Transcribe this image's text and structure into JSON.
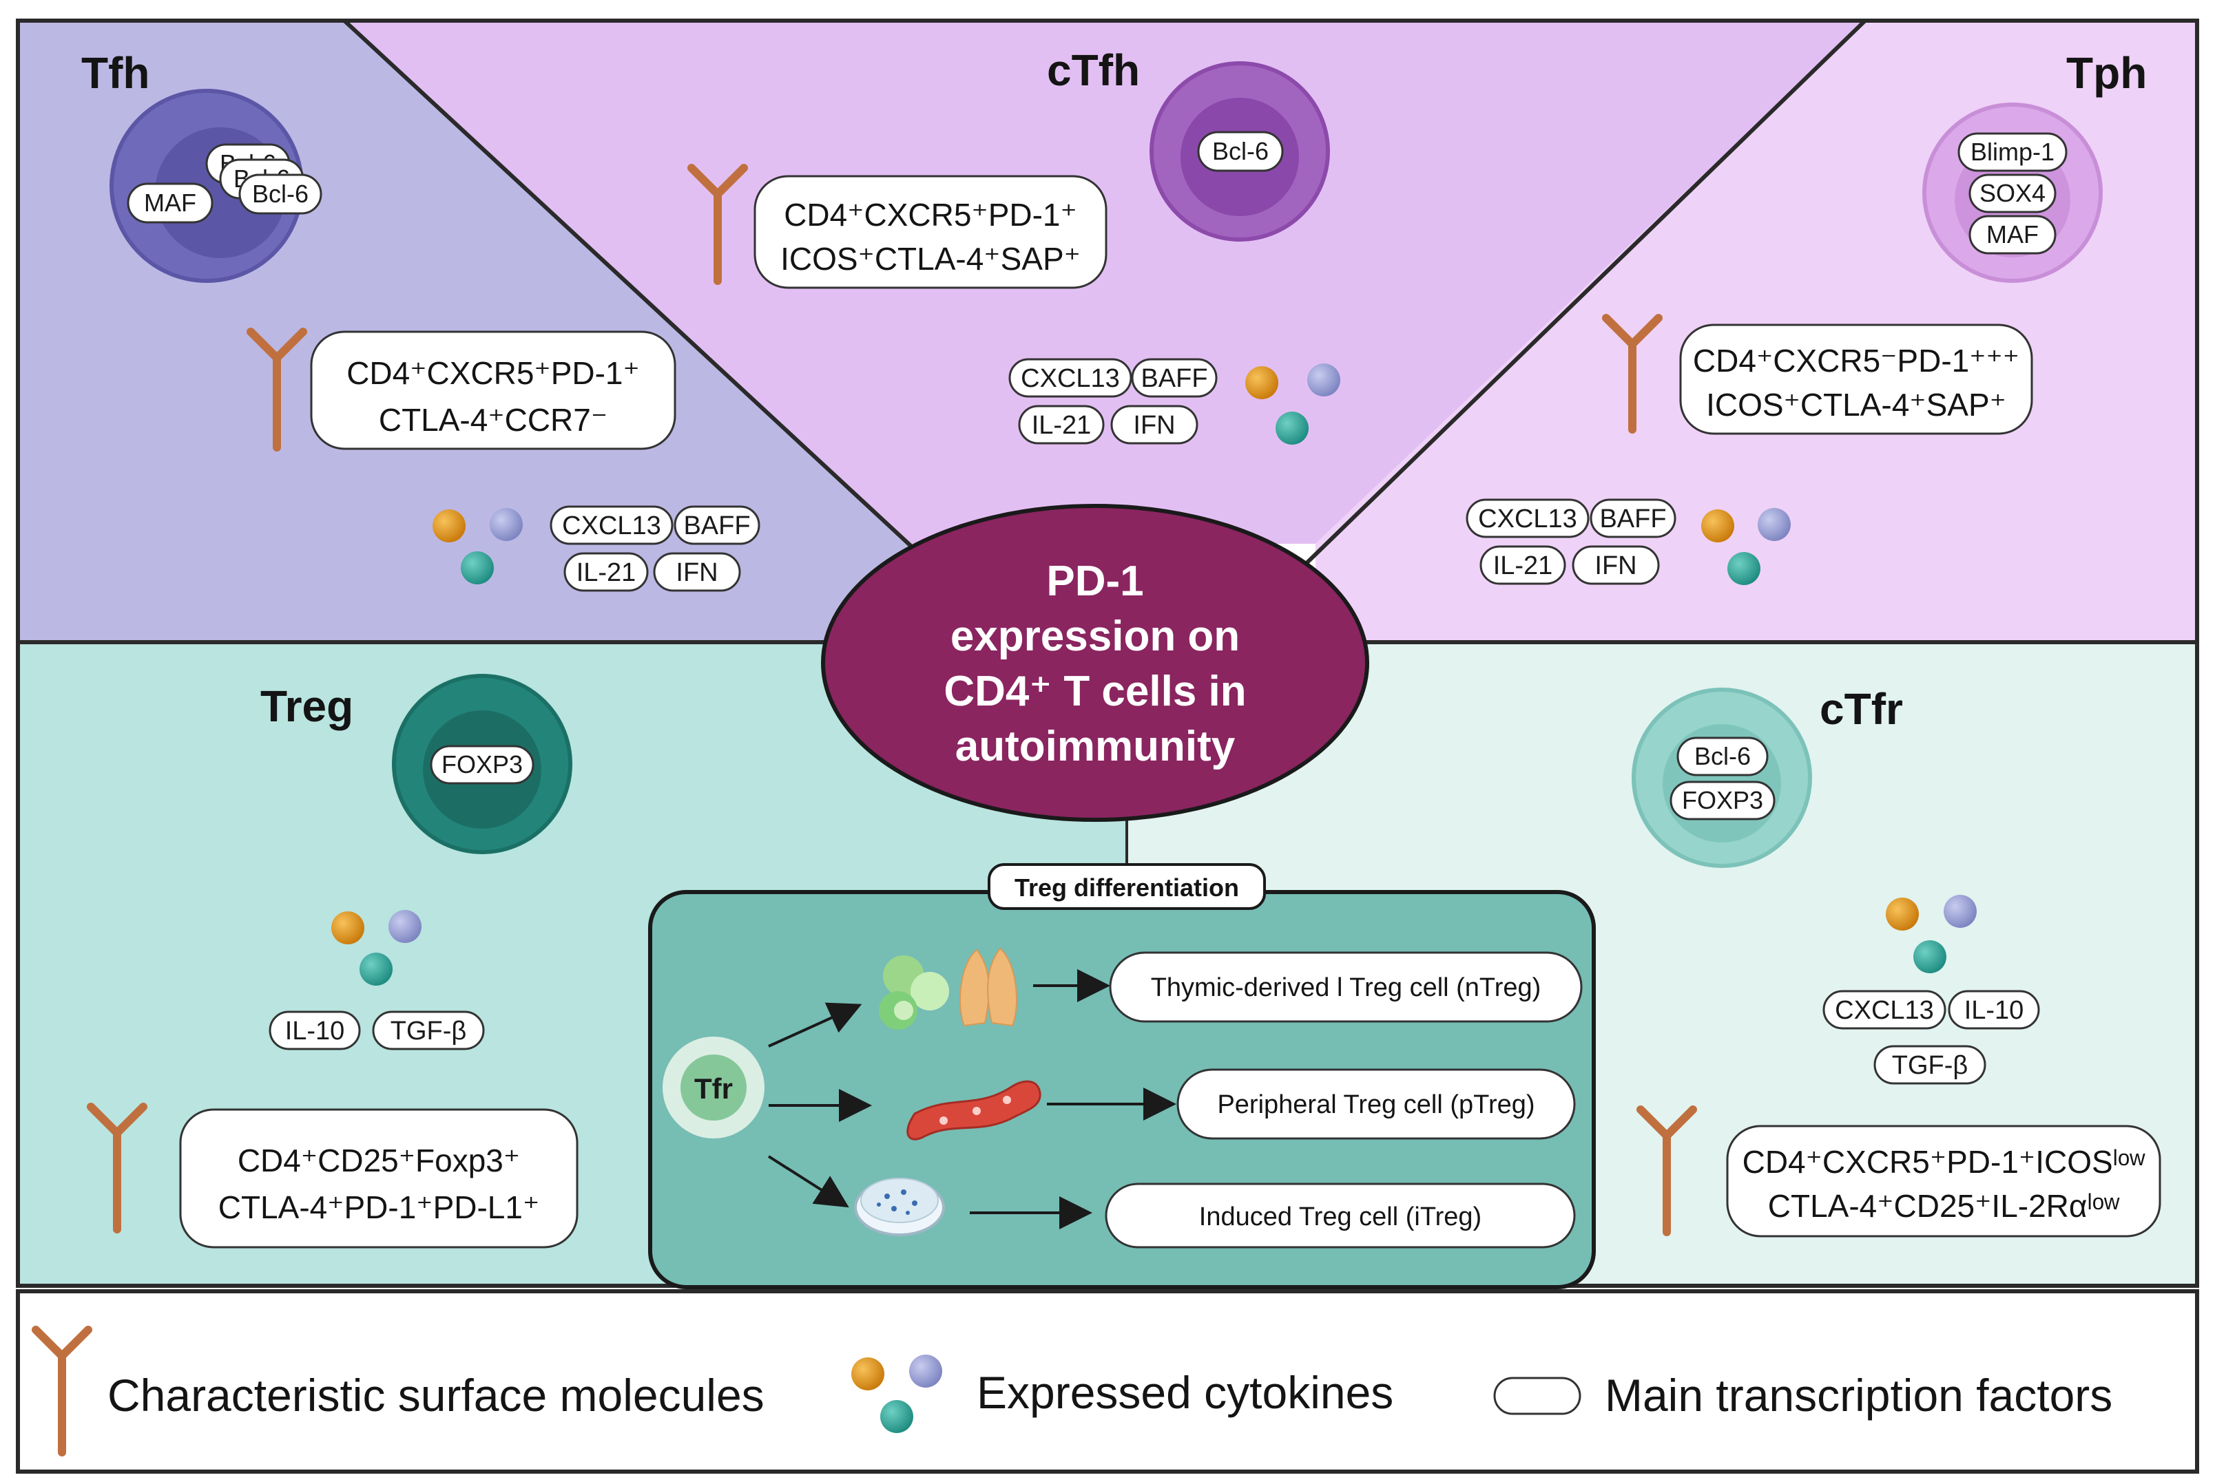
{
  "center": {
    "lines": [
      "PD-1",
      "expression on",
      "CD4⁺ T cells in",
      "autoimmunity"
    ]
  },
  "sections": {
    "tfh": {
      "title": "Tfh",
      "tfs": [
        "Bcl-6",
        "Bcl-6",
        "Bcl-6",
        "MAF"
      ],
      "marker_lines": [
        "CD4⁺CXCR5⁺PD-1⁺",
        "CTLA-4⁺CCR7⁻"
      ],
      "cytokines": [
        "CXCL13",
        "BAFF",
        "IL-21",
        "IFN"
      ]
    },
    "ctfh": {
      "title": "cTfh",
      "tfs": [
        "Bcl-6"
      ],
      "marker_lines": [
        "CD4⁺CXCR5⁺PD-1⁺",
        "ICOS⁺CTLA-4⁺SAP⁺"
      ],
      "cytokines": [
        "CXCL13",
        "BAFF",
        "IL-21",
        "IFN"
      ]
    },
    "tph": {
      "title": "Tph",
      "tfs": [
        "Blimp-1",
        "SOX4",
        "MAF"
      ],
      "marker_lines": [
        "CD4⁺CXCR5⁻PD-1⁺⁺⁺",
        "ICOS⁺CTLA-4⁺SAP⁺"
      ],
      "cytokines": [
        "CXCL13",
        "BAFF",
        "IL-21",
        "IFN"
      ]
    },
    "treg": {
      "title": "Treg",
      "tfs": [
        "FOXP3"
      ],
      "marker_lines": [
        "CD4⁺CD25⁺Foxp3⁺",
        "CTLA-4⁺PD-1⁺PD-L1⁺"
      ],
      "cytokines": [
        "IL-10",
        "TGF-β"
      ]
    },
    "ctfr": {
      "title": "cTfr",
      "tfs": [
        "Bcl-6",
        "FOXP3"
      ],
      "marker_lines": [
        "CD4⁺CXCR5⁺PD-1⁺ICOSˡᵒʷ",
        "CTLA-4⁺CD25⁺IL-2Rαˡᵒʷ"
      ],
      "cytokines": [
        "CXCL13",
        "IL-10",
        "TGF-β"
      ]
    }
  },
  "differentiation": {
    "title": "Treg differentiation",
    "source": "Tfr",
    "outputs": [
      "Thymic-derived l Treg cell (nTreg)",
      "Peripheral Treg cell (pTreg)",
      "Induced Treg cell (iTreg)"
    ]
  },
  "legend": {
    "surface": "Characteristic surface molecules",
    "cytokines": "Expressed cytokines",
    "tfs": "Main transcription factors"
  },
  "colors": {
    "tfh_bg": "#bcb8e4",
    "ctfh_bg": "#e2bff3",
    "tph_bg": "#efd2f7",
    "treg_bg": "#b9e4df",
    "ctfr_bg": "#e2f3f0",
    "center": "#8a2560",
    "diff_box": "#76bdb4",
    "antibody": "#c0703f",
    "dot_orange": "#dd8f17",
    "dot_blue": "#8f97cc",
    "dot_teal": "#2b9f93"
  },
  "icons": [
    "antibody-icon",
    "cytokine-dots-icon",
    "cell-icon",
    "thymus-icon",
    "blood-vessel-icon",
    "petri-dish-icon"
  ]
}
